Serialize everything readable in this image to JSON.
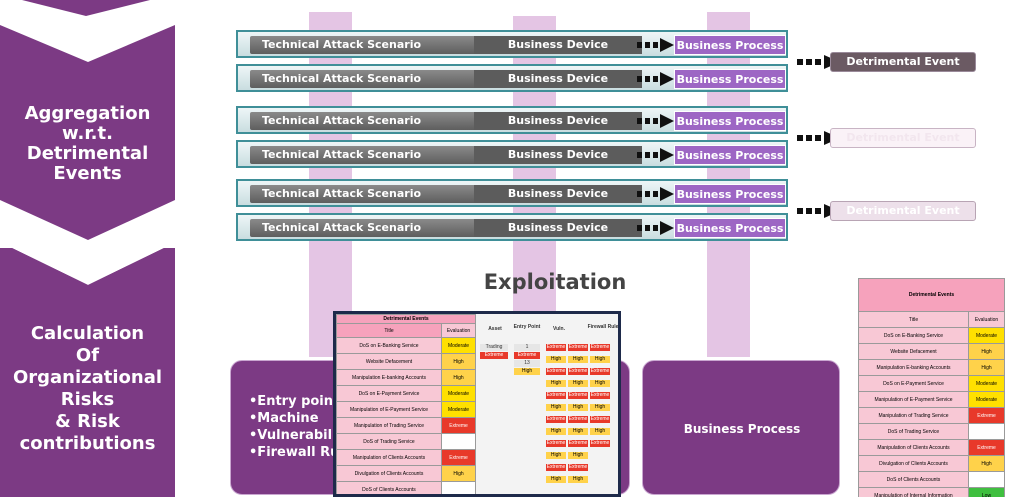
{
  "left_bands": {
    "aggregation": "Aggregation\nw.r.t.\nDetrimental\nEvents",
    "calculation": "Calculation\nOf\nOrganizational\nRisks\n& Risk\ncontributions"
  },
  "rows": {
    "technical_attack_scenario": "Technical Attack Scenario",
    "business_device": "Business Device",
    "business_process": "Business Process"
  },
  "detrimental_event_label": "Detrimental Event",
  "exploitation_title": "Exploitation",
  "exploitation_box": "•Entry point\n•Machine\n•Vulnerabilit\n•Firewall Ru",
  "business_process_box": "Business Process",
  "detrimental_table": {
    "title": "Detrimental Events",
    "col_title": "Title",
    "col_eval": "Evaluation",
    "rows": [
      {
        "title": "DoS on E-Banking Service",
        "eval": "Moderate",
        "level": "moderate"
      },
      {
        "title": "Website Defacement",
        "eval": "High",
        "level": "high"
      },
      {
        "title": "Manipulation E-banking Accounts",
        "eval": "High",
        "level": "high"
      },
      {
        "title": "DoS on E-Payment Service",
        "eval": "Moderate",
        "level": "moderate"
      },
      {
        "title": "Manipulation of E-Payment Service",
        "eval": "Moderate",
        "level": "moderate"
      },
      {
        "title": "Manipulation of Trading Service",
        "eval": "Extreme",
        "level": "extreme"
      },
      {
        "title": "DoS of Trading Service",
        "eval": "",
        "level": "none"
      },
      {
        "title": "Manipulation of Clients Accounts",
        "eval": "Extreme",
        "level": "extreme"
      },
      {
        "title": "Divulgation of Clients Accounts",
        "eval": "High",
        "level": "high"
      },
      {
        "title": "DoS of Clients Accounts",
        "eval": "",
        "level": "none"
      },
      {
        "title": "Manipulation of Internal Information",
        "eval": "Low",
        "level": "low"
      }
    ]
  },
  "screenshot_headers": {
    "asset": "Asset",
    "entry_point": "Entry Point",
    "vuln": "Vuln.",
    "firewall_rule": "Firewall Rule"
  },
  "screenshot_cells": {
    "trading": "Trading",
    "one": "1",
    "thirteen": "13",
    "extreme": "Extreme",
    "high": "High"
  },
  "colors": {
    "band_purple": "#7c3a84",
    "process_purple": "#9d66c4",
    "row_border": "#3f8f98"
  }
}
